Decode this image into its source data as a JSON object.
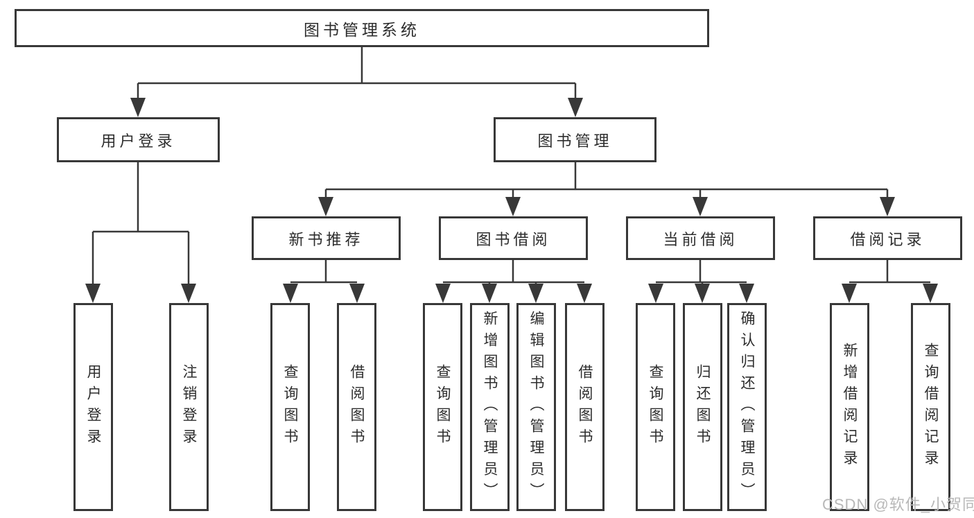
{
  "diagram": {
    "root": {
      "label": "图书管理系统"
    },
    "branches": [
      {
        "label": "用户登录",
        "children": [
          {
            "label": "用户登录"
          },
          {
            "label": "注销登录"
          }
        ]
      },
      {
        "label": "图书管理",
        "children": [
          {
            "label": "新书推荐",
            "children": [
              {
                "label": "查询图书"
              },
              {
                "label": "借阅图书"
              }
            ]
          },
          {
            "label": "图书借阅",
            "children": [
              {
                "label": "查询图书"
              },
              {
                "label": "新增图书（管理员）"
              },
              {
                "label": "编辑图书（管理员）"
              },
              {
                "label": "借阅图书"
              }
            ]
          },
          {
            "label": "当前借阅",
            "children": [
              {
                "label": "查询图书"
              },
              {
                "label": "归还图书"
              },
              {
                "label": "确认归还（管理员）"
              }
            ]
          },
          {
            "label": "借阅记录",
            "children": [
              {
                "label": "新增借阅记录"
              },
              {
                "label": "查询借阅记录"
              }
            ]
          }
        ]
      }
    ],
    "watermark": "CSDN @软件_小贺同学",
    "colors": {
      "line": "#383838",
      "box_border": "#383838",
      "box_fill": "#ffffff",
      "text": "#2d2d2d",
      "watermark": "#b8b8b8",
      "background": "#ffffff"
    }
  }
}
